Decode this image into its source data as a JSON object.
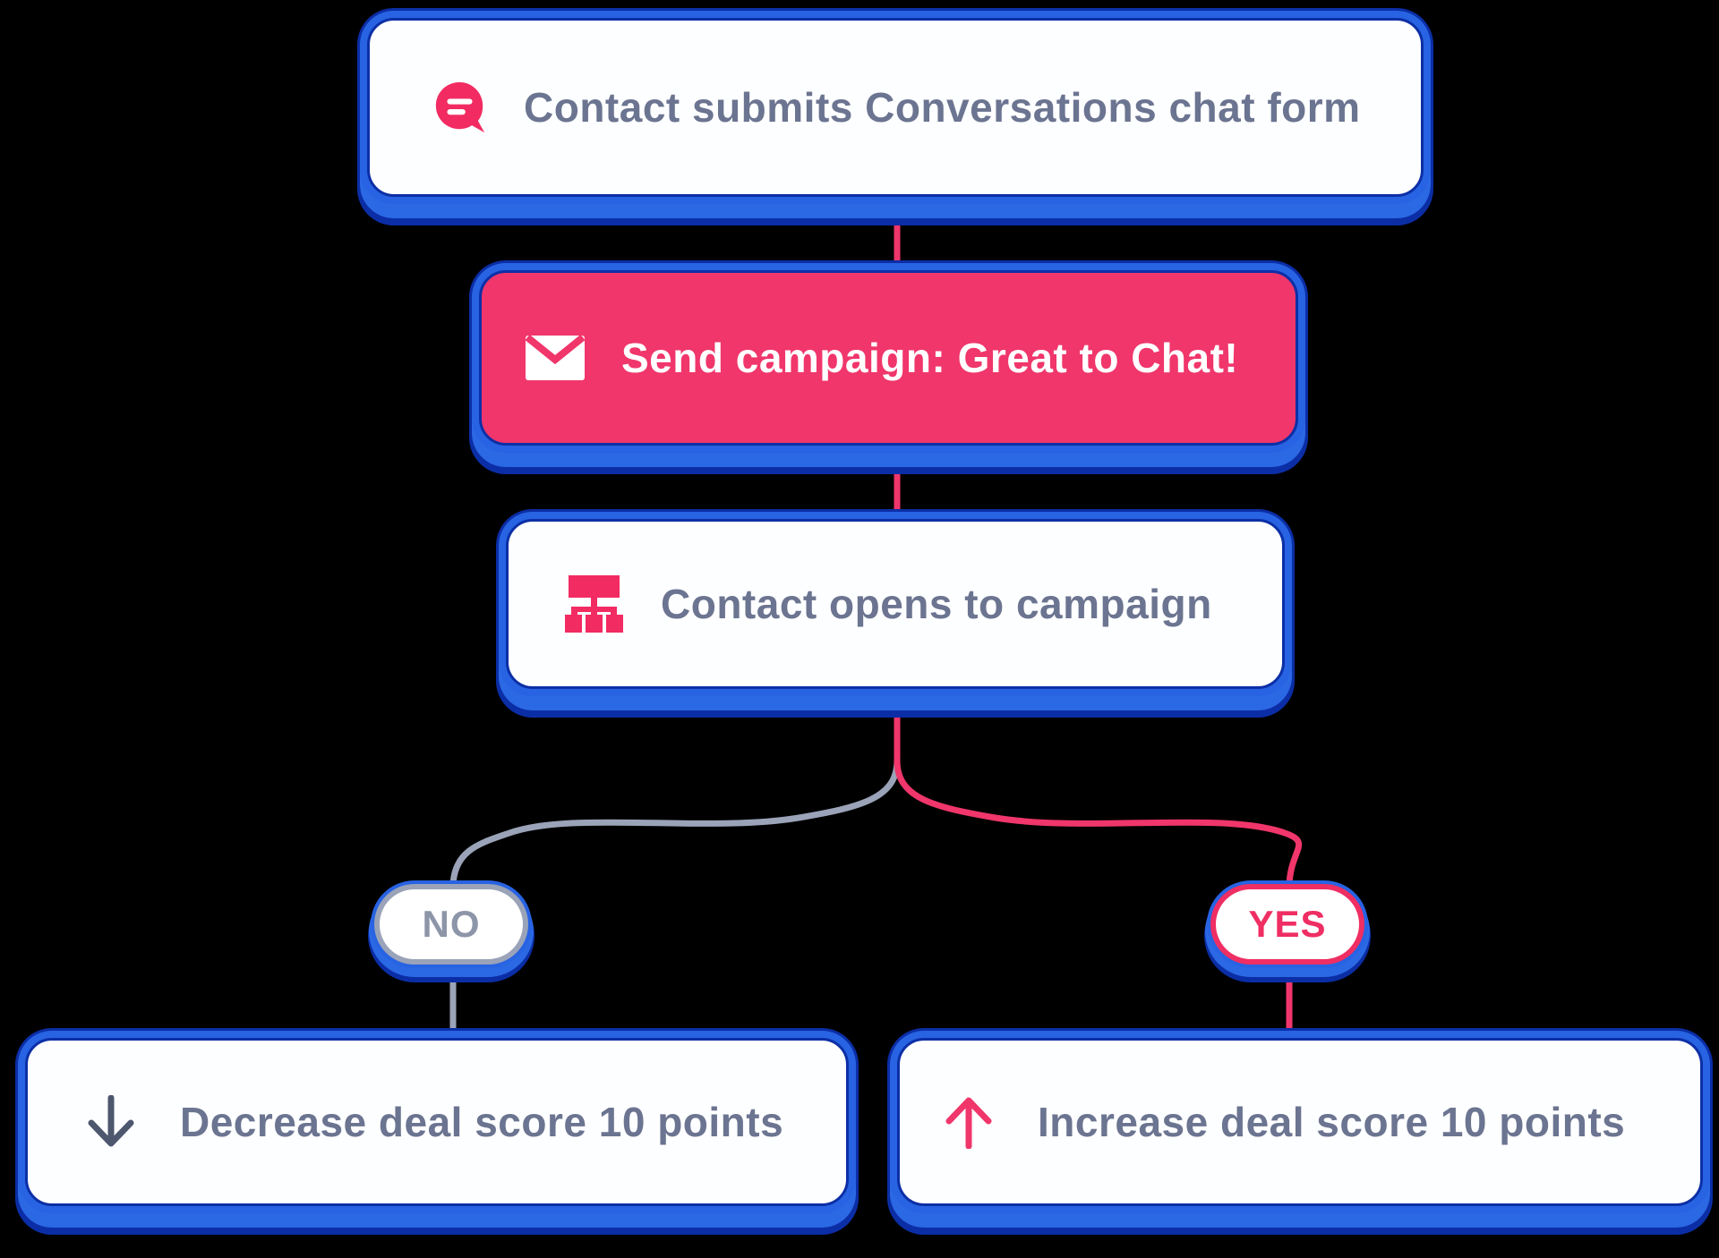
{
  "background_color": "#000000",
  "flow": {
    "trigger": {
      "label": "Contact submits Conversations chat form",
      "icon": "chat-bubble-icon"
    },
    "send_campaign": {
      "label": "Send campaign: Great to Chat!",
      "icon": "envelope-icon"
    },
    "condition": {
      "label": "Contact opens to campaign",
      "icon": "sitemap-icon"
    },
    "branch_no": {
      "label": "NO"
    },
    "branch_yes": {
      "label": "YES"
    },
    "action_no": {
      "label": "Decrease deal score 10 points",
      "icon": "arrow-down-icon"
    },
    "action_yes": {
      "label": "Increase deal score 10 points",
      "icon": "arrow-up-icon"
    }
  },
  "colors": {
    "pink": "#F0366B",
    "icon_pink": "#F22B62",
    "blue_bright": "#2B68E4",
    "blue_dark": "#0B2EA6",
    "text_slate": "#6B7490",
    "branch_gray": "#9AA3B8",
    "arrow_gray": "#4D576E",
    "card_bg": "#FDFEFF"
  }
}
